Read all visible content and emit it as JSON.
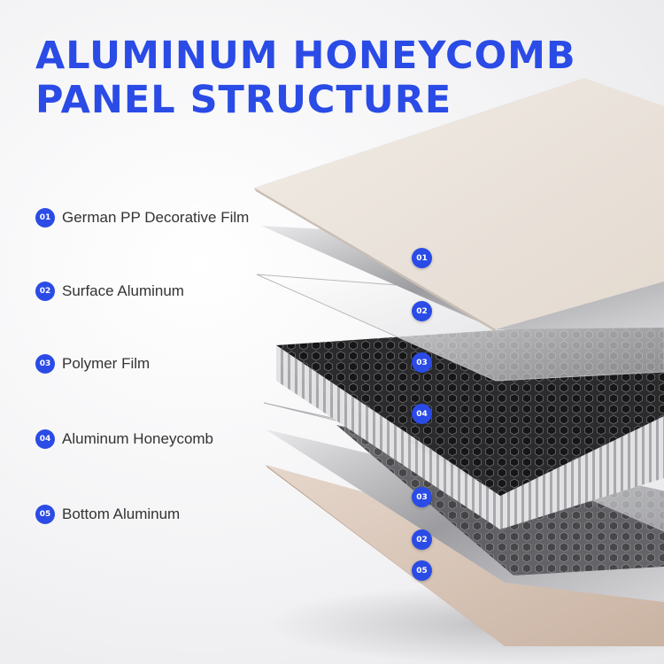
{
  "title": {
    "line1": "ALUMINUM HONEYCOMB",
    "line2": "PANEL STRUCTURE"
  },
  "legend": [
    {
      "number": "01",
      "label": "German PP Decorative Film"
    },
    {
      "number": "02",
      "label": "Surface Aluminum"
    },
    {
      "number": "03",
      "label": "Polymer Film"
    },
    {
      "number": "04",
      "label": "Aluminum Honeycomb"
    },
    {
      "number": "05",
      "label": "Bottom Aluminum"
    }
  ],
  "markers": [
    "01",
    "02",
    "03",
    "04",
    "03",
    "02",
    "05"
  ],
  "colors": {
    "accent": "#2a4be6",
    "decorative_film": "#ece4dc",
    "honeycomb": "#2b2a2c",
    "bottom_aluminum": "#d9c6b8"
  }
}
